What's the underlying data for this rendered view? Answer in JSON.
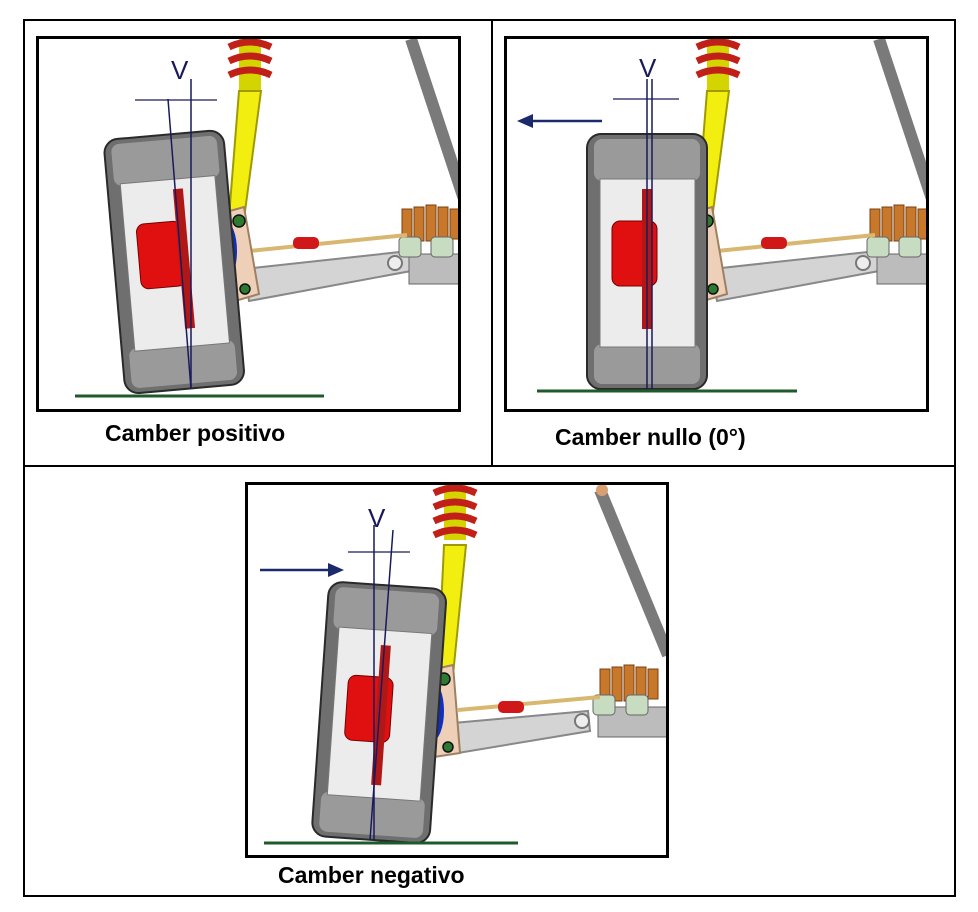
{
  "panels": [
    {
      "caption": "Camber positivo",
      "v_label": "V"
    },
    {
      "caption": "Camber nullo (0°)",
      "v_label": "V"
    },
    {
      "caption": "Camber negativo",
      "v_label": "V"
    }
  ],
  "colors": {
    "tire": "#6f6f6f",
    "rim": "#d9d9d9",
    "hub": "#e01010",
    "disc": "#b01818",
    "knuckle": "#eecfb8",
    "ball_joint": "#1030c0",
    "strut": "#f2ee10",
    "spring": "#c02018",
    "rack_boot": "#c8782a",
    "arm": "#d4d4d4",
    "ground": "#1f5b2a",
    "axis_line": "#1a1a5a",
    "arrow": "#1a2a6a"
  }
}
